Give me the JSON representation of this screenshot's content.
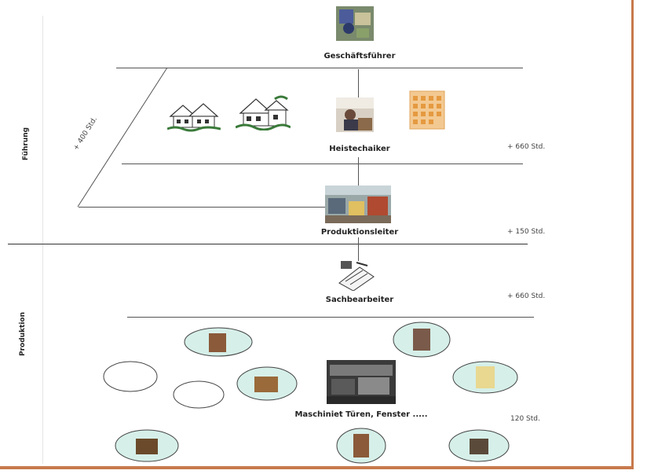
{
  "roles": {
    "ceo": "Geschäftsführer",
    "manager": "Heistechaiker",
    "production_lead": "Produktionsleiter",
    "clerk": "Sachbearbeiter",
    "machine": "Maschiniet Türen, Fenster ....."
  },
  "sections": {
    "management": "Führung",
    "production": "Produktion"
  },
  "hours": {
    "manager": "+ 660 Std.",
    "production_lead": "+ 150 Std.",
    "clerk": "+ 660 Std.",
    "machine": "120 Std.",
    "diagonal": "+ 400 Std."
  },
  "colors": {
    "frame": "#c8794c",
    "ellipse_fill": "#d6efe9",
    "line": "#555555"
  }
}
